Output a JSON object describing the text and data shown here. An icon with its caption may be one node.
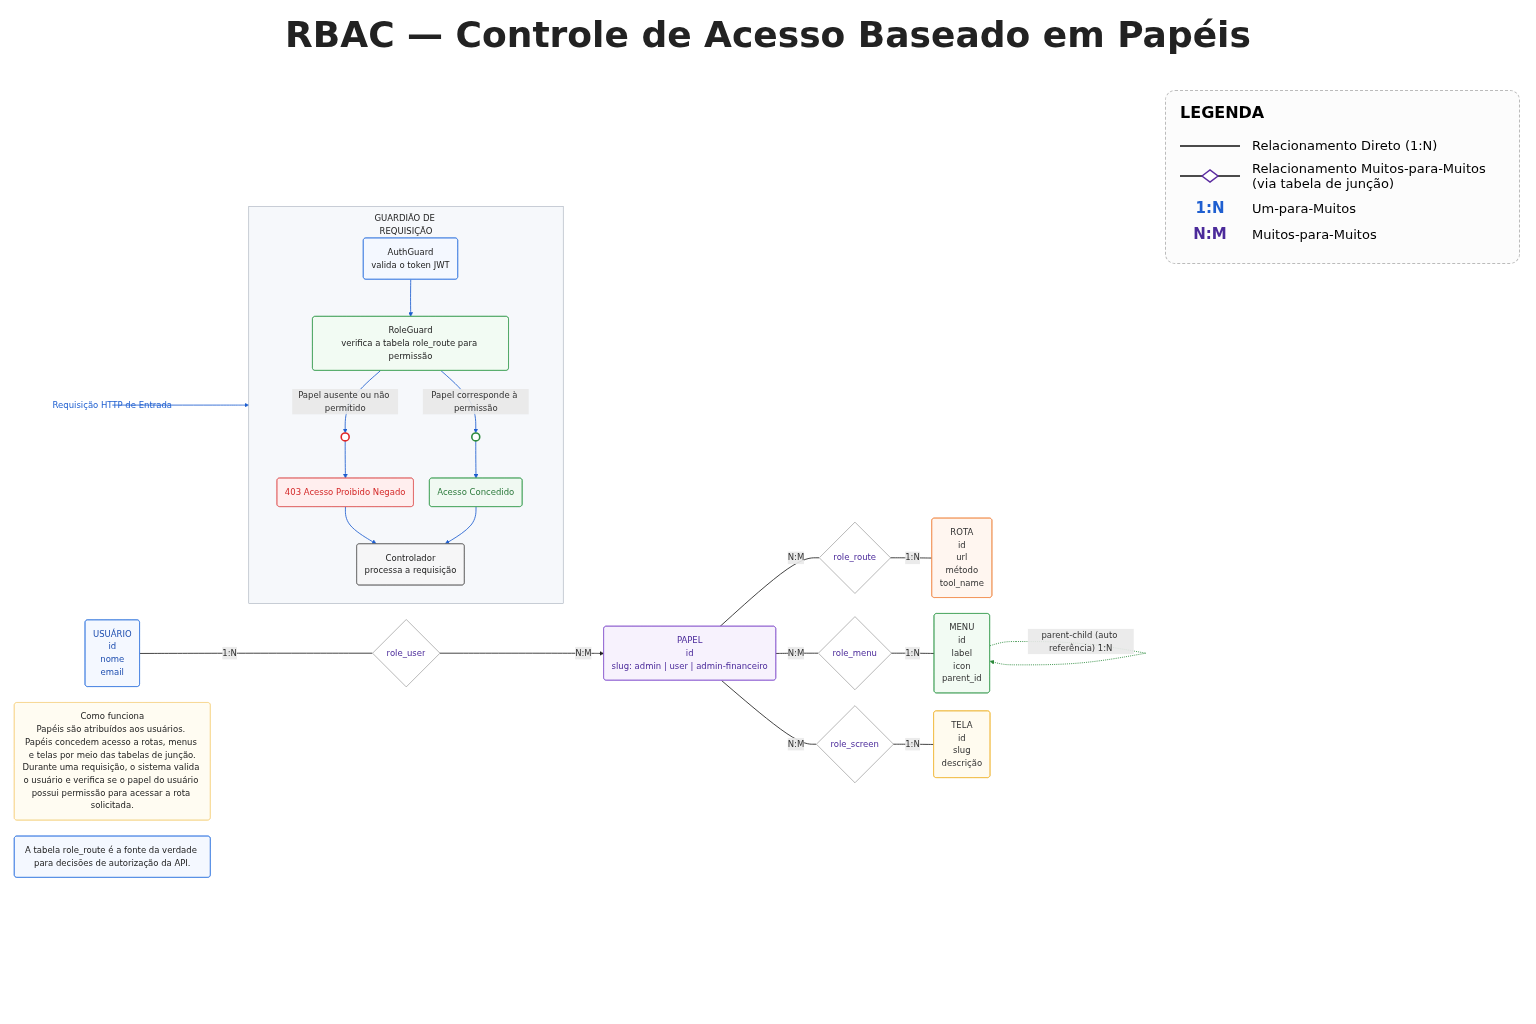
{
  "diagram": {
    "title": "RBAC — Controle de Acesso Baseado em Papéis",
    "nodes": [
      {
        "text": [
          "USUÁRIO",
          "id",
          "nome",
          "email"
        ]
      },
      {
        "text": [
          "role_user"
        ]
      },
      {
        "text": [
          "PAPEL",
          "id",
          "slug: admin | user | admin-financeiro"
        ]
      },
      {
        "text": [
          "role_route"
        ]
      },
      {
        "text": [
          "ROTA",
          "id",
          "url",
          "método",
          "tool_name"
        ]
      },
      {
        "text": [
          "role_menu"
        ]
      },
      {
        "text": [
          "role_screen"
        ]
      },
      {
        "text": [
          "MENU",
          "id",
          "label",
          "icon",
          "parent_id"
        ]
      },
      {
        "text": [
          "TELA",
          "id",
          "slug",
          "descrição"
        ]
      },
      {
        "text": [
          "Requisição HTTP de Entrada"
        ]
      },
      {
        "text": [
          "GUARDIÃO DE REQUISIÇÃO"
        ]
      },
      {
        "text": [
          "AuthGuard",
          "valida o token JWT"
        ],
        "in": 10
      },
      {
        "text": [
          "RoleGuard",
          "verifica a tabela role_route para permissão"
        ],
        "in": 10
      },
      {
        "text": [],
        "shape": "circle",
        "in": 10
      },
      {
        "text": [],
        "shape": "circle",
        "in": 10
      },
      {
        "text": [
          "403 Acesso Proibido Negado"
        ],
        "in": 10
      },
      {
        "text": [
          "Acesso Concedido"
        ],
        "in": 10
      },
      {
        "text": [
          "Controlador",
          "processa a requisição"
        ],
        "in": 10
      },
      {
        "text": [
          "Como funciona",
          "Papéis são atribuídos aos usuários. Papéis concedem acesso a rotas, menus e telas por meio das tabelas de junção.",
          "Durante uma requisição, o sistema valida o usuário e verifica se o papel do usuário possui permissão para acessar a rota solicitada."
        ]
      },
      {
        "text": [
          "A tabela role_route é a fonte da verdade para decisões de autorização da API."
        ]
      }
    ],
    "edges": [
      {
        "from": 0,
        "to": 1,
        "arrow": "none",
        "label": "1:N"
      },
      {
        "from": 1,
        "to": 2,
        "arrow": "to",
        "label": "N:M"
      },
      {
        "from": 2,
        "to": 3,
        "arrow": "none",
        "label": "N:M"
      },
      {
        "from": 3,
        "to": 4,
        "arrow": "none",
        "label": "1:N"
      },
      {
        "from": 2,
        "to": 5,
        "arrow": "none",
        "label": "N:M"
      },
      {
        "from": 5,
        "to": 7,
        "arrow": "none",
        "label": "1:N"
      },
      {
        "from": 2,
        "to": 6,
        "arrow": "none",
        "label": "N:M"
      },
      {
        "from": 6,
        "to": 8,
        "arrow": "none",
        "label": "1:N"
      },
      {
        "from": 7,
        "to": 7,
        "arrow": "to",
        "style": "dashed",
        "color": "#2e8b3e",
        "label": "parent-child (auto referência) 1:N"
      },
      {
        "from": 9,
        "to": 10,
        "arrow": "to",
        "color": "#1f5fd0"
      },
      {
        "from": 11,
        "to": 12,
        "arrow": "to",
        "color": "#1f5fd0"
      },
      {
        "from": 12,
        "to": 13,
        "arrow": "to",
        "color": "#1f5fd0",
        "label": "Papel ausente ou não permitido"
      },
      {
        "from": 12,
        "to": 14,
        "arrow": "to",
        "color": "#1f5fd0",
        "label": "Papel corresponde à permissão"
      },
      {
        "from": 13,
        "to": 15,
        "arrow": "to",
        "color": "#1f5fd0"
      },
      {
        "from": 14,
        "to": 16,
        "arrow": "to",
        "color": "#1f5fd0"
      },
      {
        "from": 15,
        "to": 17,
        "arrow": "to",
        "color": "#1f5fd0"
      },
      {
        "from": 16,
        "to": 17,
        "arrow": "to",
        "color": "#1f5fd0"
      }
    ],
    "labels": [
      "LEGENDA",
      "1:N",
      "N:M"
    ],
    "legend": [
      {
        "text": "Relacionamento Direto (1:N)"
      },
      {
        "text": "Relacionamento Muitos-para-Muitos (via tabela de junção)"
      },
      {
        "text": "Um-para-Muitos"
      },
      {
        "text": "Muitos-para-Muitos"
      }
    ]
  }
}
